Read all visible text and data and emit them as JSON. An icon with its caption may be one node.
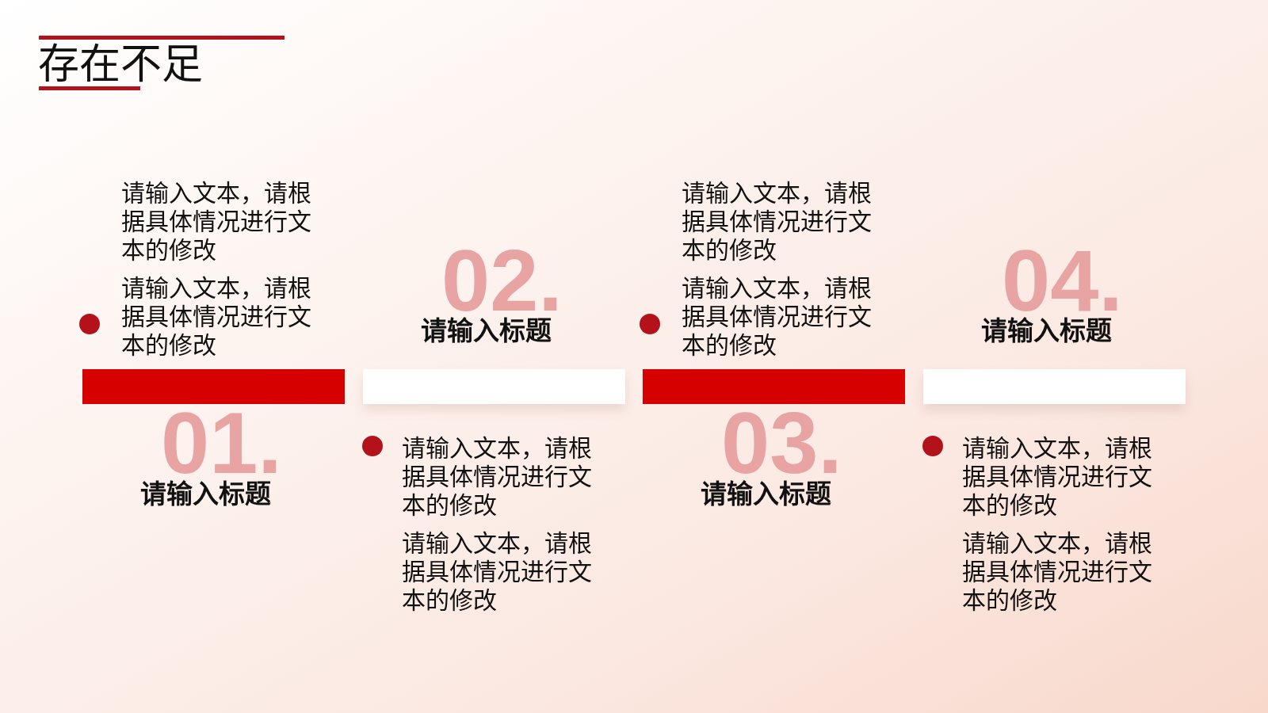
{
  "diagram": {
    "title": "存在不足",
    "nodes": [
      {
        "text": [],
        "shape": "bar",
        "beside": [
          "01.",
          "请输入标题",
          "请输入文本，请根据具体情况进行文本的修改",
          "请输入文本，请根据具体情况进行文本的修改"
        ]
      },
      {
        "text": [],
        "shape": "bar",
        "beside": [
          "02.",
          "请输入标题",
          "请输入文本，请根据具体情况进行文本的修改",
          "请输入文本，请根据具体情况进行文本的修改"
        ]
      },
      {
        "text": [],
        "shape": "bar",
        "beside": [
          "03.",
          "请输入标题",
          "请输入文本，请根据具体情况进行文本的修改",
          "请输入文本，请根据具体情况进行文本的修改"
        ]
      },
      {
        "text": [],
        "shape": "bar",
        "beside": [
          "04.",
          "请输入标题",
          "请输入文本，请根据具体情况进行文本的修改",
          "请输入文本，请根据具体情况进行文本的修改"
        ]
      }
    ]
  }
}
